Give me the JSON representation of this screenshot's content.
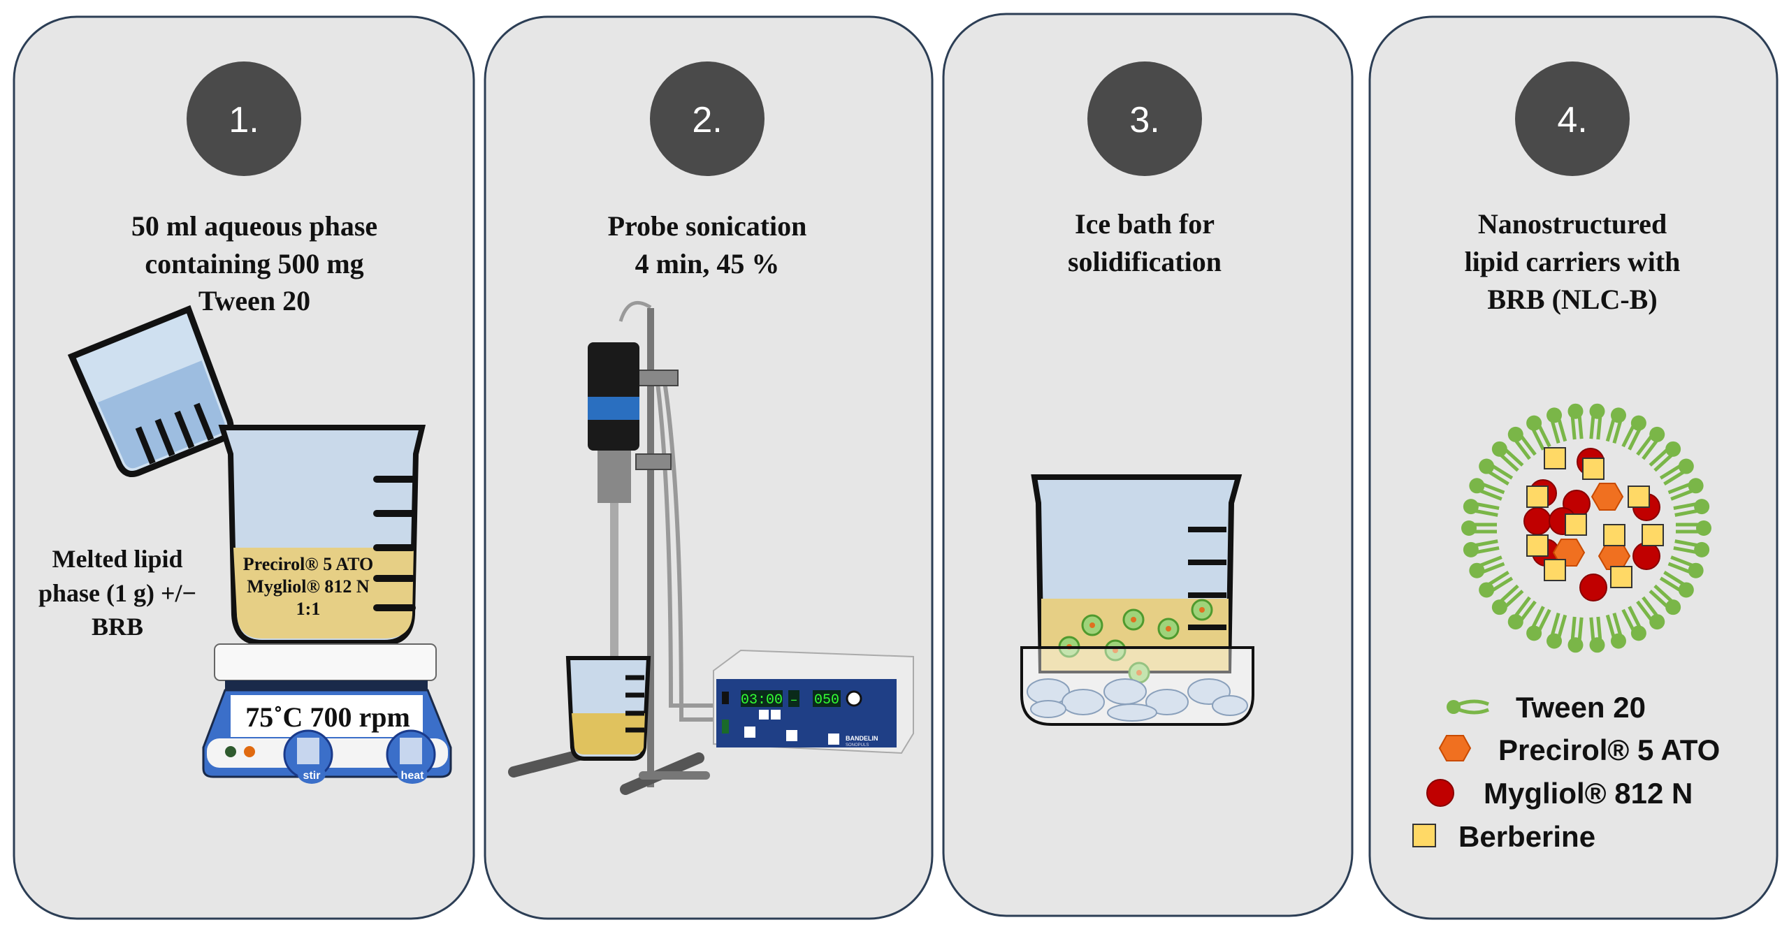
{
  "steps": [
    {
      "number": "1.",
      "title": [
        "50 ml aqueous phase",
        "containing 500 mg",
        "Tween 20"
      ],
      "side_label": [
        "Melted lipid",
        "phase (1 g) +/−",
        "BRB"
      ],
      "beaker_label": [
        "Precirol® 5 ATO",
        "Mygliol® 812 N",
        "1:1"
      ],
      "hotplate_display": "75˚C  700 rpm",
      "knobs": [
        "stir",
        "heat"
      ]
    },
    {
      "number": "2.",
      "title": [
        "Probe sonication",
        "4 min, 45 %"
      ],
      "generator": {
        "time": "03:00",
        "cycle": "–",
        "power": "050",
        "brand": "BANDELIN",
        "model": "SONOPULS"
      }
    },
    {
      "number": "3.",
      "title": [
        "Ice bath for",
        "solidification"
      ]
    },
    {
      "number": "4.",
      "title": [
        "Nanostructured",
        "lipid carriers with",
        "BRB (NLC-B)"
      ],
      "legend": [
        {
          "icon": "tween-icon",
          "label": "Tween 20",
          "color": "#7ab648"
        },
        {
          "icon": "hexagon-icon",
          "label": "Precirol® 5 ATO",
          "color": "#f07020"
        },
        {
          "icon": "circle-icon",
          "label": "Mygliol® 812 N",
          "color": "#c00000"
        },
        {
          "icon": "square-icon",
          "label": "Berberine",
          "color": "#ffd966"
        }
      ]
    }
  ],
  "colors": {
    "panel": "#e6e6e6",
    "border": "#2c3e55",
    "badge": "#4a4a4a",
    "lipid": "#e6cf85",
    "water": "#bcd2e8",
    "tween": "#7ab648"
  }
}
